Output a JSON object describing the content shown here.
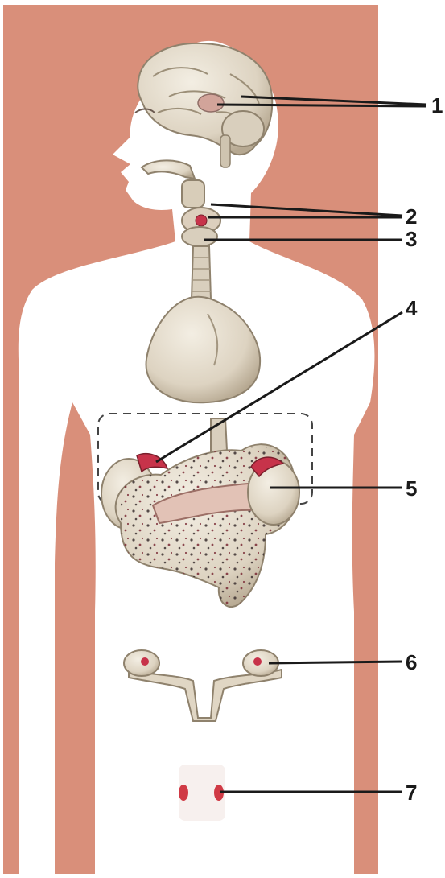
{
  "diagram": {
    "labels": [
      {
        "id": "1",
        "text": "1"
      },
      {
        "id": "2",
        "text": "2"
      },
      {
        "id": "3",
        "text": "3"
      },
      {
        "id": "4",
        "text": "4"
      },
      {
        "id": "5",
        "text": "5"
      },
      {
        "id": "6",
        "text": "6"
      },
      {
        "id": "7",
        "text": "7"
      }
    ],
    "colors": {
      "background": "#d98f7a",
      "body": "#ffffff",
      "organ": "#e4dccd",
      "organ_shade": "#b9ab95",
      "gland": "#c7334a",
      "line": "#1a1a1a"
    }
  }
}
